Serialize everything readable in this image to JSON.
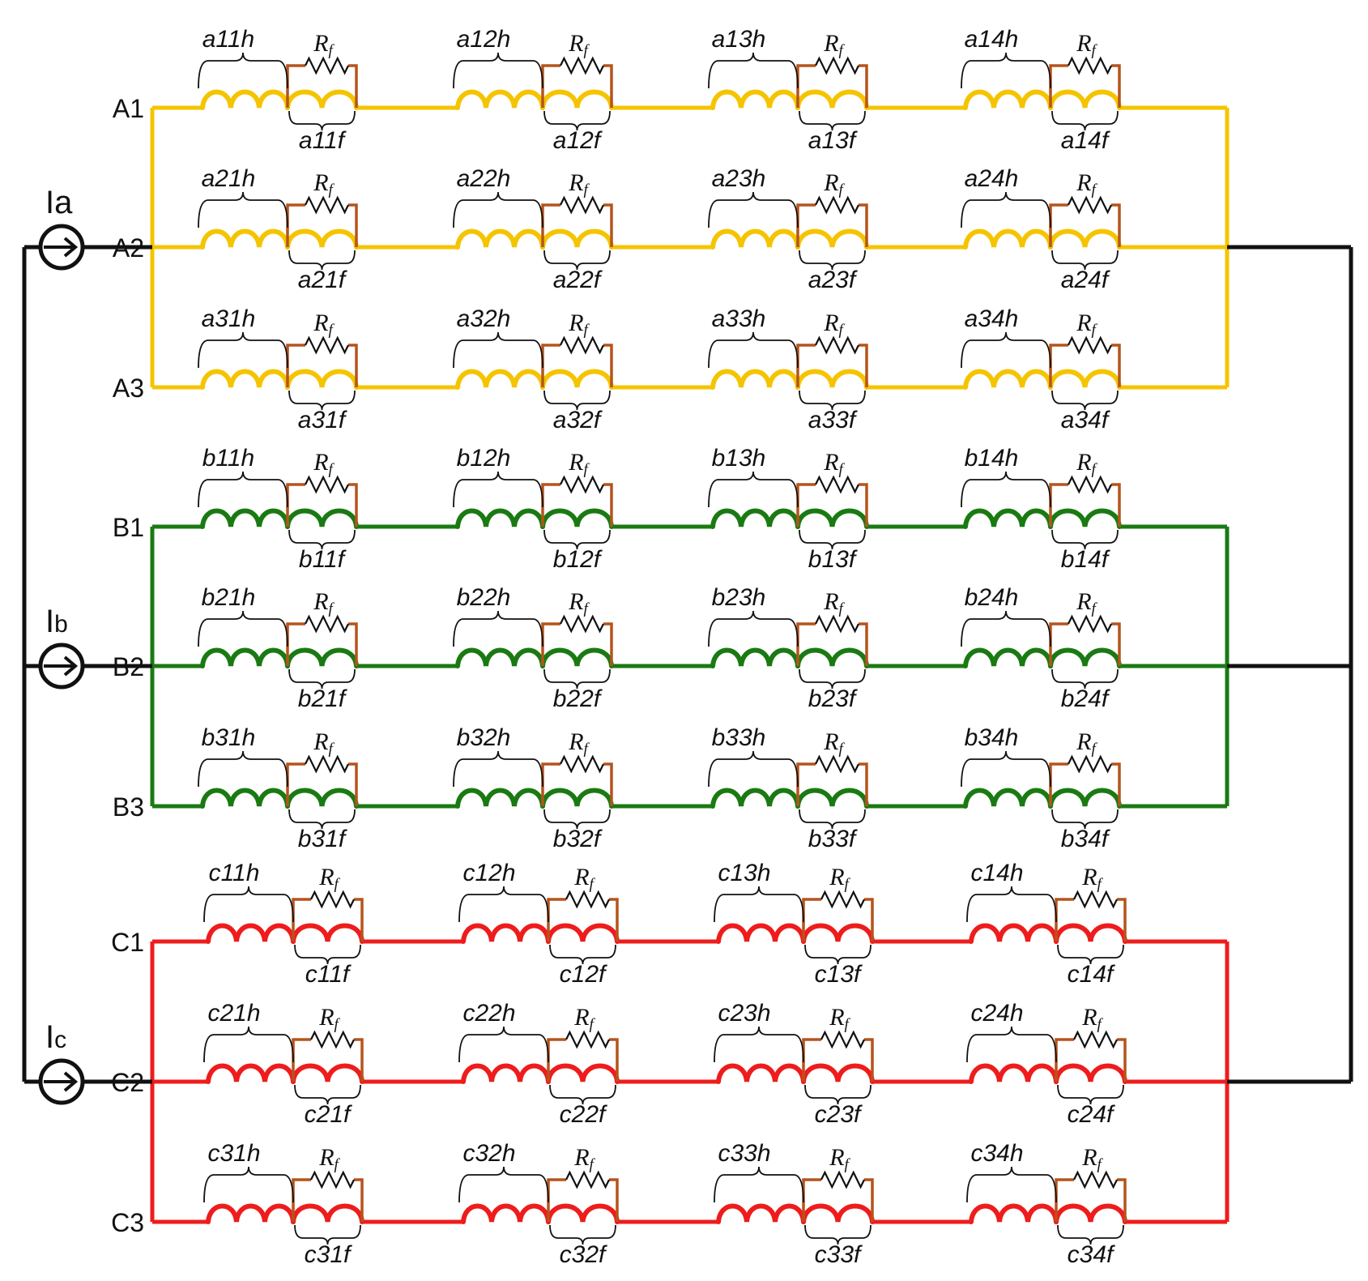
{
  "colors": {
    "phase_a": "#f5c400",
    "phase_b": "#1a7a12",
    "phase_c": "#ee1c1c",
    "resistor_box": "#b5541c",
    "common_wire": "#111111"
  },
  "sources": [
    {
      "id": "a",
      "label": "I",
      "sub": "a",
      "icon": "current-source-icon"
    },
    {
      "id": "b",
      "label": "I",
      "sub": "b",
      "icon": "current-source-icon"
    },
    {
      "id": "c",
      "label": "I",
      "sub": "c",
      "icon": "current-source-icon"
    }
  ],
  "resistor_label": {
    "main": "R",
    "sub": "f"
  },
  "phases": [
    {
      "id": "a",
      "rows": [
        {
          "label": "A1",
          "elements": [
            {
              "h": "a11h",
              "f": "a11f"
            },
            {
              "h": "a12h",
              "f": "a12f"
            },
            {
              "h": "a13h",
              "f": "a13f"
            },
            {
              "h": "a14h",
              "f": "a14f"
            }
          ]
        },
        {
          "label": "A2",
          "elements": [
            {
              "h": "a21h",
              "f": "a21f"
            },
            {
              "h": "a22h",
              "f": "a22f"
            },
            {
              "h": "a23h",
              "f": "a23f"
            },
            {
              "h": "a24h",
              "f": "a24f"
            }
          ]
        },
        {
          "label": "A3",
          "elements": [
            {
              "h": "a31h",
              "f": "a31f"
            },
            {
              "h": "a32h",
              "f": "a32f"
            },
            {
              "h": "a33h",
              "f": "a33f"
            },
            {
              "h": "a34h",
              "f": "a34f"
            }
          ]
        }
      ]
    },
    {
      "id": "b",
      "rows": [
        {
          "label": "B1",
          "elements": [
            {
              "h": "b11h",
              "f": "b11f"
            },
            {
              "h": "b12h",
              "f": "b12f"
            },
            {
              "h": "b13h",
              "f": "b13f"
            },
            {
              "h": "b14h",
              "f": "b14f"
            }
          ]
        },
        {
          "label": "B2",
          "elements": [
            {
              "h": "b21h",
              "f": "b21f"
            },
            {
              "h": "b22h",
              "f": "b22f"
            },
            {
              "h": "b23h",
              "f": "b23f"
            },
            {
              "h": "b24h",
              "f": "b24f"
            }
          ]
        },
        {
          "label": "B3",
          "elements": [
            {
              "h": "b31h",
              "f": "b31f"
            },
            {
              "h": "b32h",
              "f": "b32f"
            },
            {
              "h": "b33h",
              "f": "b33f"
            },
            {
              "h": "b34h",
              "f": "b34f"
            }
          ]
        }
      ]
    },
    {
      "id": "c",
      "rows": [
        {
          "label": "C1",
          "elements": [
            {
              "h": "c11h",
              "f": "c11f"
            },
            {
              "h": "c12h",
              "f": "c12f"
            },
            {
              "h": "c13h",
              "f": "c13f"
            },
            {
              "h": "c14h",
              "f": "c14f"
            }
          ]
        },
        {
          "label": "C2",
          "elements": [
            {
              "h": "c21h",
              "f": "c21f"
            },
            {
              "h": "c22h",
              "f": "c22f"
            },
            {
              "h": "c23h",
              "f": "c23f"
            },
            {
              "h": "c24h",
              "f": "c24f"
            }
          ]
        },
        {
          "label": "C3",
          "elements": [
            {
              "h": "c31h",
              "f": "c31f"
            },
            {
              "h": "c32h",
              "f": "c32f"
            },
            {
              "h": "c33h",
              "f": "c33f"
            },
            {
              "h": "c34h",
              "f": "c34f"
            }
          ]
        }
      ]
    }
  ]
}
